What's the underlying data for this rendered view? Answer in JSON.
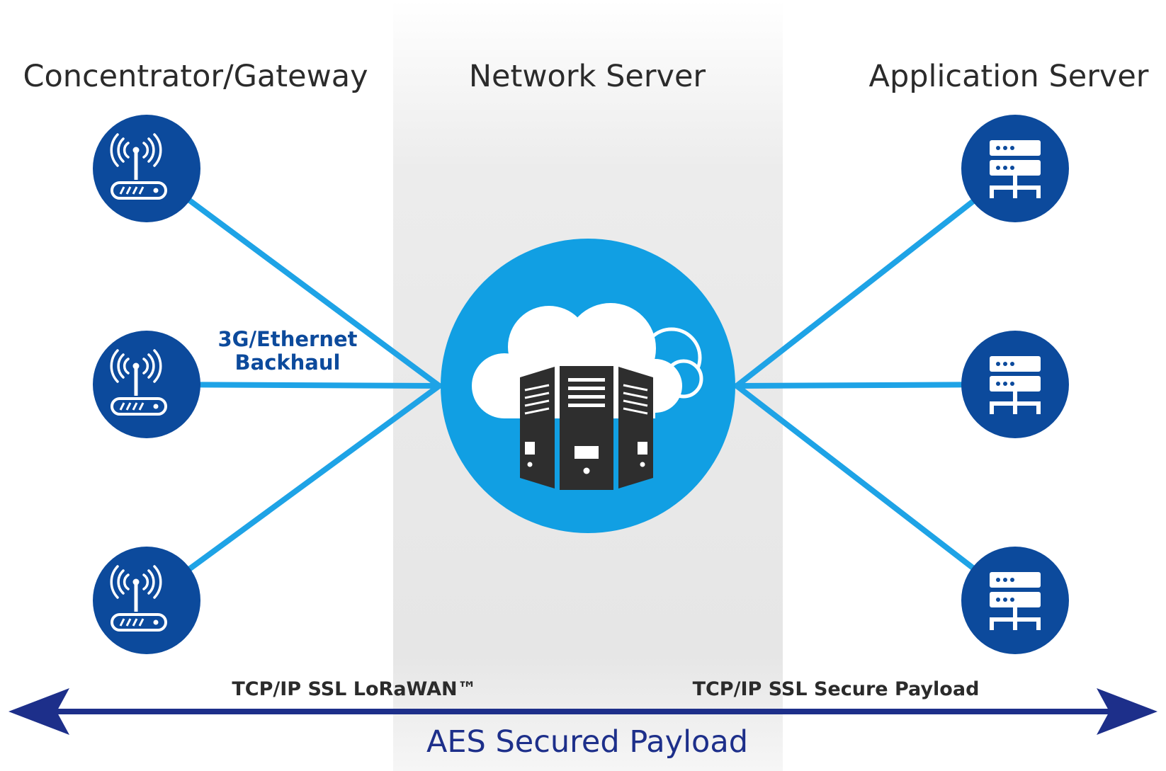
{
  "columns": {
    "gateway": "Concentrator/Gateway",
    "network": "Network Server",
    "application": "Application Server"
  },
  "backhaul": {
    "line1": "3G/Ethernet",
    "line2": "Backhaul"
  },
  "protocols": {
    "left": "TCP/IP SSL LoRaWAN™",
    "right": "TCP/IP SSL Secure Payload",
    "bottom": "AES Secured Payload"
  },
  "colors": {
    "node_fill": "#0c4a9c",
    "link_line": "#1ea3e6",
    "hub_fill": "#119fe3",
    "arrow": "#1d2f8a",
    "band": "#ebebeb"
  },
  "icons": {
    "gateway": "router-antenna-icon",
    "hub": "cloud-server-rack-icon",
    "application": "server-stack-icon"
  }
}
